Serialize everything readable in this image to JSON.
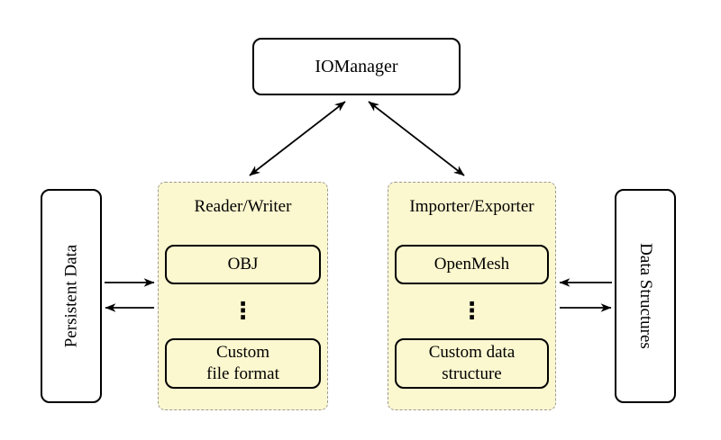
{
  "nodes": {
    "iomanager": "IOManager",
    "persistent_data": "Persistent Data",
    "data_structures": "Data Structures"
  },
  "groups": {
    "reader_writer": {
      "title": "Reader/Writer",
      "top_item": "OBJ",
      "ellipsis": "⋮",
      "bottom_item": "Custom\nfile format"
    },
    "importer_exporter": {
      "title": "Importer/Exporter",
      "top_item": "OpenMesh",
      "ellipsis": "⋮",
      "bottom_item": "Custom data\nstructure"
    }
  },
  "colors": {
    "group_fill": "#fbf7cf",
    "group_border": "#9a9a9a",
    "node_fill": "#ffffff",
    "stroke": "#000000",
    "background": "#ffffff"
  }
}
